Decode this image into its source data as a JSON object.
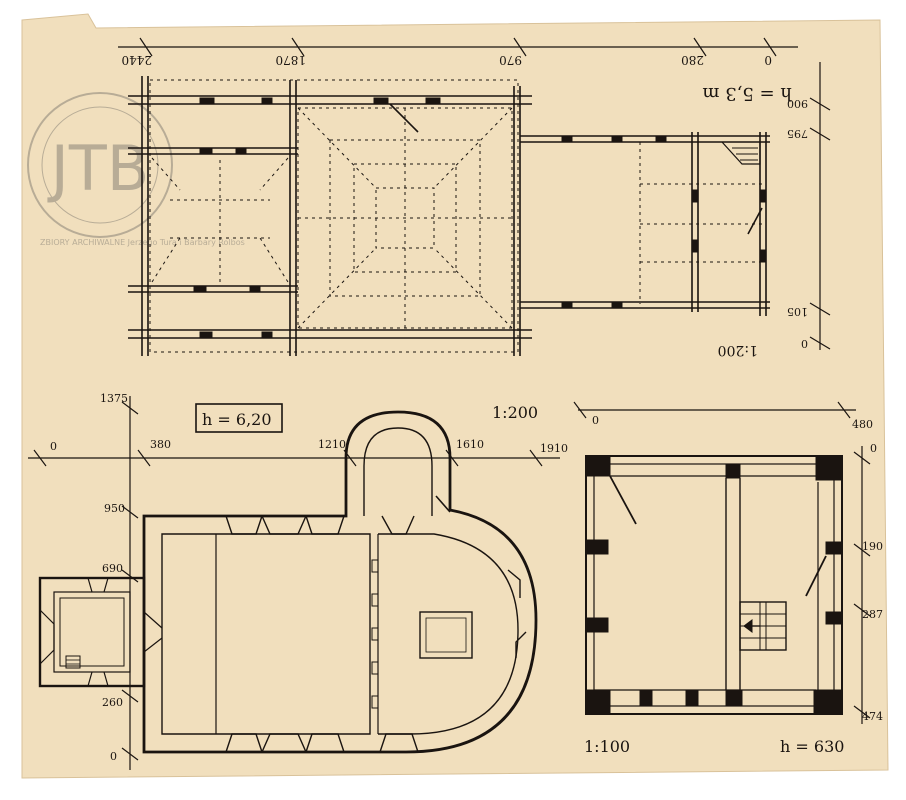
{
  "stamp": {
    "monogram": "JTB",
    "text": "ZBIORY ARCHIWALNE Jerzego Tura i Barbary Rolbos"
  },
  "top_plan": {
    "dim_labels": [
      "2440",
      "1870",
      "970",
      "280",
      "0"
    ],
    "side_labels": [
      "900",
      "795",
      "105",
      "0"
    ],
    "height": "h = 5,3 m",
    "scale": "1:200"
  },
  "main_plan": {
    "height_box": "h = 6,20",
    "scale": "1:200",
    "top_dims": [
      "0",
      "380",
      "1210",
      "1610",
      "1910"
    ],
    "left_dims": [
      "1375",
      "950",
      "690",
      "260",
      "0"
    ]
  },
  "tower_plan": {
    "top_dims": [
      "0",
      "480"
    ],
    "right_dims": [
      "0",
      "190",
      "287",
      "474"
    ],
    "scale": "1:100",
    "height": "h = 630"
  }
}
